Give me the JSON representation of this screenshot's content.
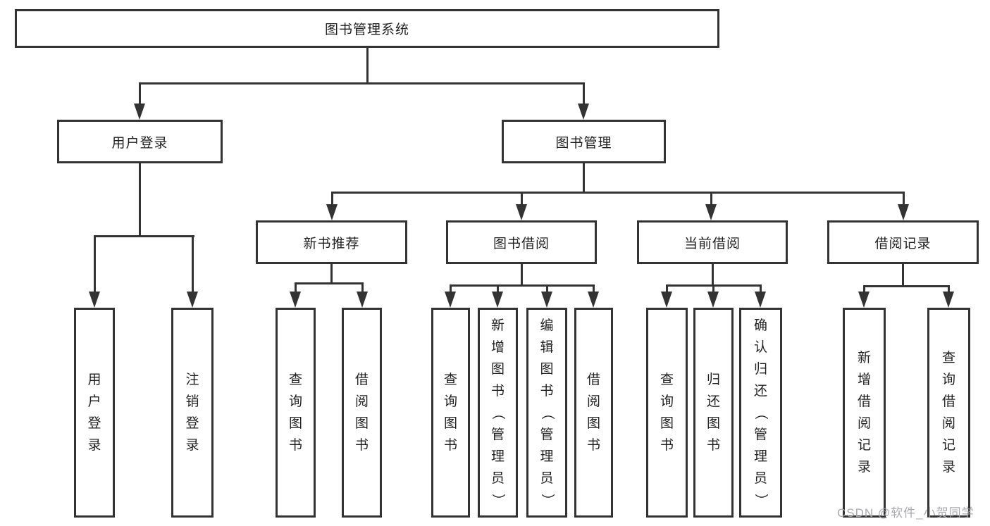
{
  "tree": {
    "root": {
      "label": "图书管理系统"
    },
    "level2": [
      {
        "label": "用户登录",
        "leaves": [
          {
            "label": "用户登录"
          },
          {
            "label": "注销登录"
          }
        ]
      },
      {
        "label": "图书管理",
        "groups": [
          {
            "label": "新书推荐",
            "leaves": [
              {
                "label": "查询图书"
              },
              {
                "label": "借阅图书"
              }
            ]
          },
          {
            "label": "图书借阅",
            "leaves": [
              {
                "label": "查询图书"
              },
              {
                "label": "新增图书（管理员）"
              },
              {
                "label": "编辑图书（管理员）"
              },
              {
                "label": "借阅图书"
              }
            ]
          },
          {
            "label": "当前借阅",
            "leaves": [
              {
                "label": "查询图书"
              },
              {
                "label": "归还图书"
              },
              {
                "label": "确认归还（管理员）"
              }
            ]
          },
          {
            "label": "借阅记录",
            "leaves": [
              {
                "label": "新增借阅记录"
              },
              {
                "label": "查询借阅记录"
              }
            ]
          }
        ]
      }
    ]
  },
  "watermark": {
    "text": "CSDN @软件_小贺同学"
  },
  "colors": {
    "stroke": "#333333",
    "text": "#1f1f1f",
    "watermark": "#a4a4aa",
    "background": "#ffffff"
  }
}
